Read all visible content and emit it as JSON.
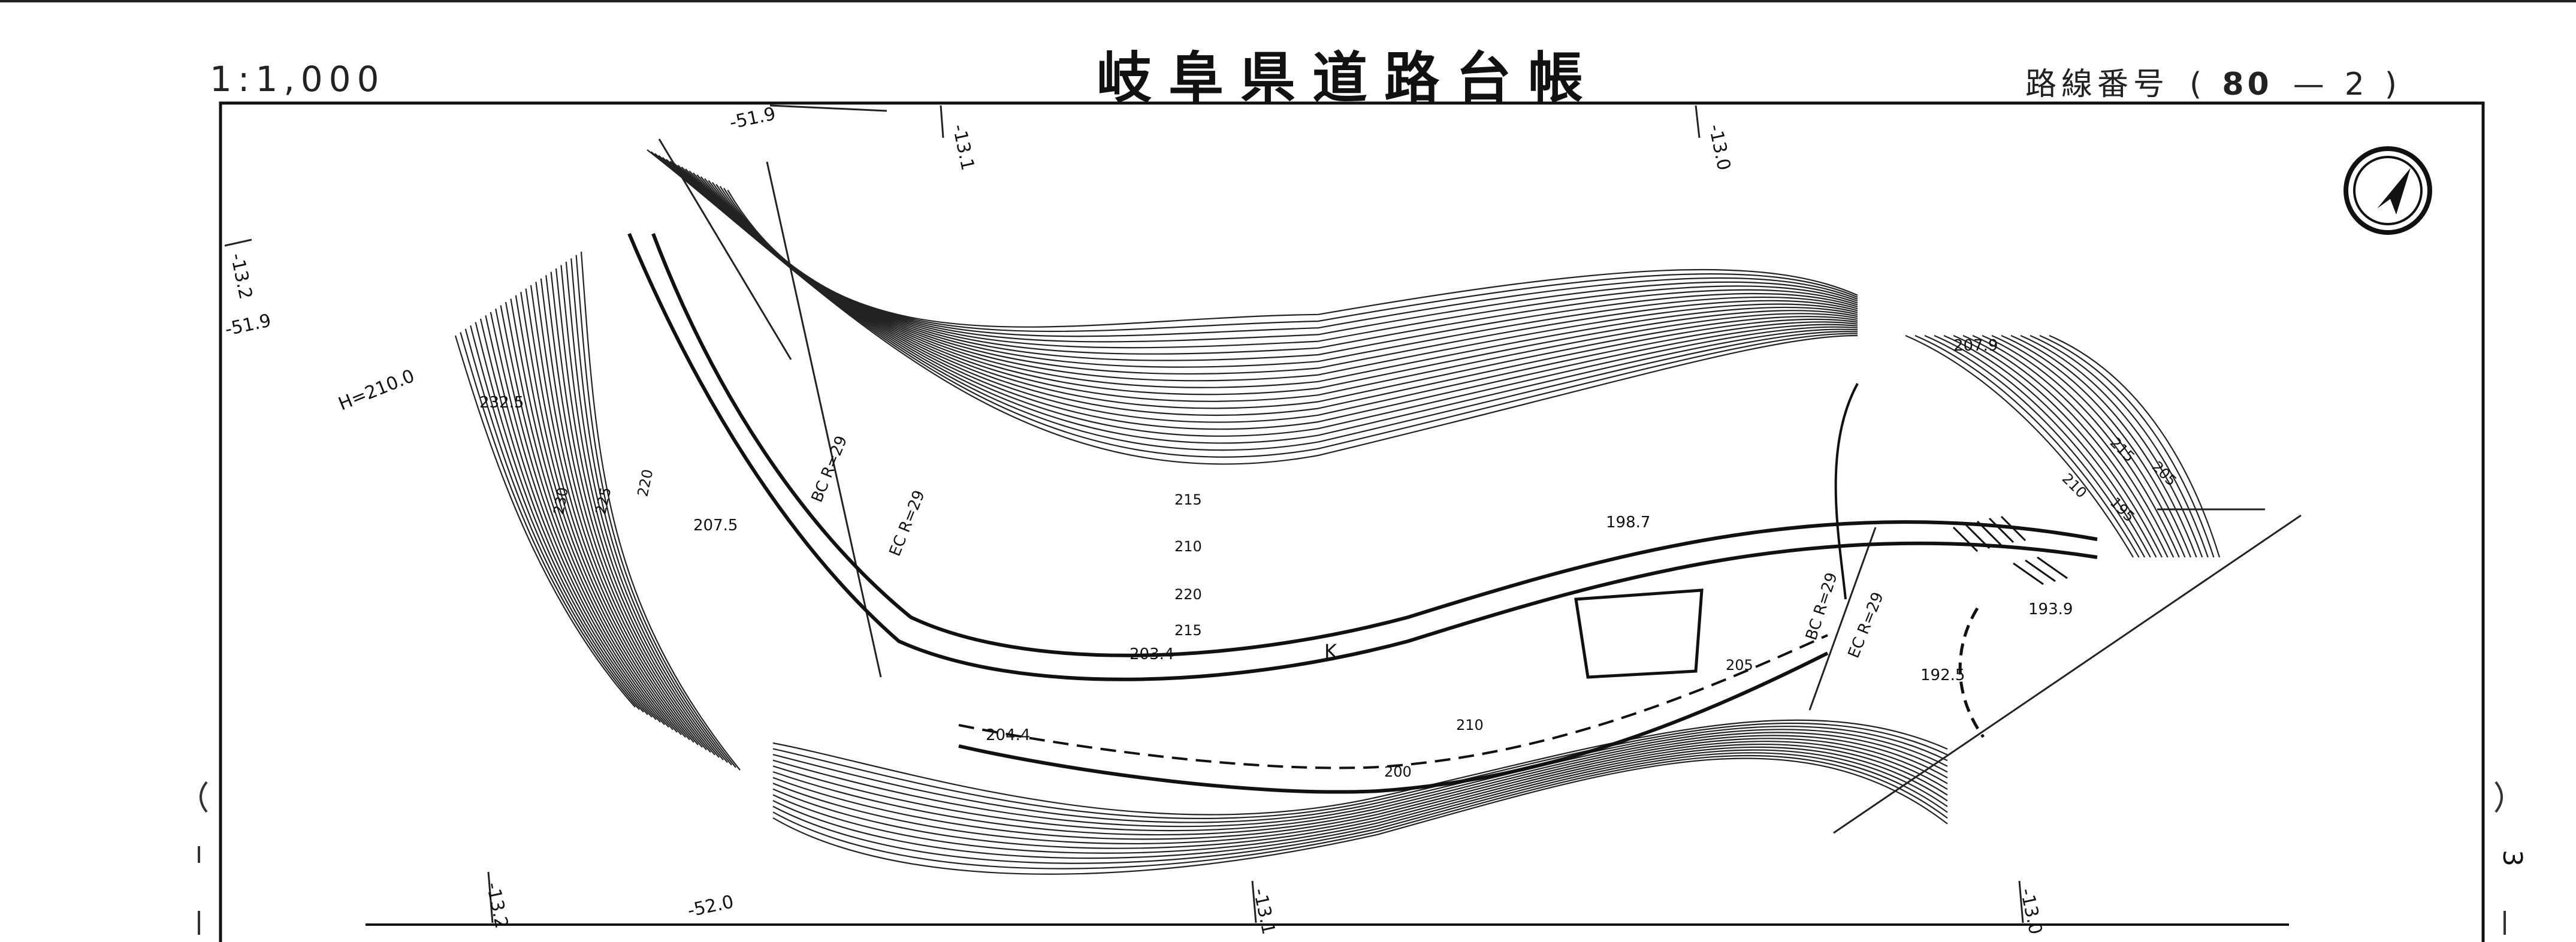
{
  "sheet": {
    "title": "岐阜県道路台帳",
    "scale": "1:1,000",
    "route_label": "路線番号",
    "route_open": "(",
    "route_number": "80",
    "route_dash": "—",
    "route_sheet": "2",
    "route_close": ")",
    "left_edge_mark": "( 1 |",
    "right_edge_mark": "( 3 |"
  },
  "grid_labels": {
    "top_left_y": "-51.9",
    "top_x1": "-13.1",
    "top_x2": "-13.0",
    "left_x": "-13.2",
    "left_y": "-51.9",
    "bottom_x1": "-13.2",
    "bottom_y": "-52.0",
    "bottom_x2": "-13.1",
    "bottom_x3": "-13.0"
  },
  "map": {
    "north_arrow": "north-arrow-icon",
    "baseline_label": "H=210.0",
    "contour_labels": [
      "230",
      "225",
      "220",
      "215",
      "210",
      "220",
      "215",
      "210",
      "205",
      "200",
      "195",
      "210",
      "205",
      "215"
    ],
    "spot_heights": [
      "232.5",
      "207.5",
      "198.7",
      "203.4",
      "204.4",
      "193.9",
      "192.5",
      "207.9"
    ],
    "curve_notes": [
      "BC R=29",
      "EC R=29",
      "BC R=29",
      "EC R=29"
    ],
    "road_marker": "K"
  }
}
